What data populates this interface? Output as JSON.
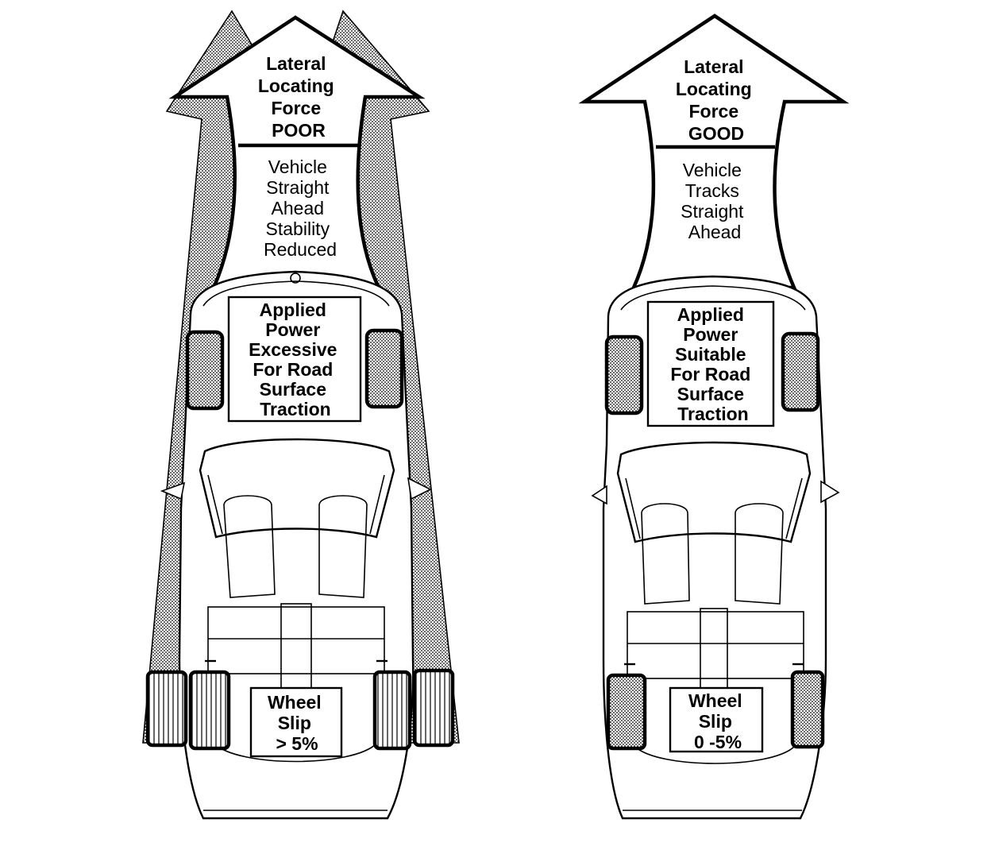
{
  "left_panel": {
    "arrow_label": [
      "Lateral",
      "Locating",
      "Force",
      "POOR"
    ],
    "stability_label": [
      "Vehicle",
      "Straight",
      "Ahead",
      "Stability",
      "Reduced"
    ],
    "power_label": [
      "Applied",
      "Power",
      "Excessive",
      "For Road",
      "Surface",
      "Traction"
    ],
    "slip_label": [
      "Wheel",
      "Slip",
      "> 5%"
    ]
  },
  "right_panel": {
    "arrow_label": [
      "Lateral",
      "Locating",
      "Force",
      "GOOD"
    ],
    "stability_label": [
      "Vehicle",
      "Tracks",
      "Straight",
      "Ahead"
    ],
    "power_label": [
      "Applied",
      "Power",
      "Suitable",
      "For Road",
      "Surface",
      "Traction"
    ],
    "slip_label": [
      "Wheel",
      "Slip",
      "0 -5%"
    ]
  },
  "colors": {
    "ink": "#000000",
    "paper": "#ffffff",
    "stipple": "#999999"
  }
}
